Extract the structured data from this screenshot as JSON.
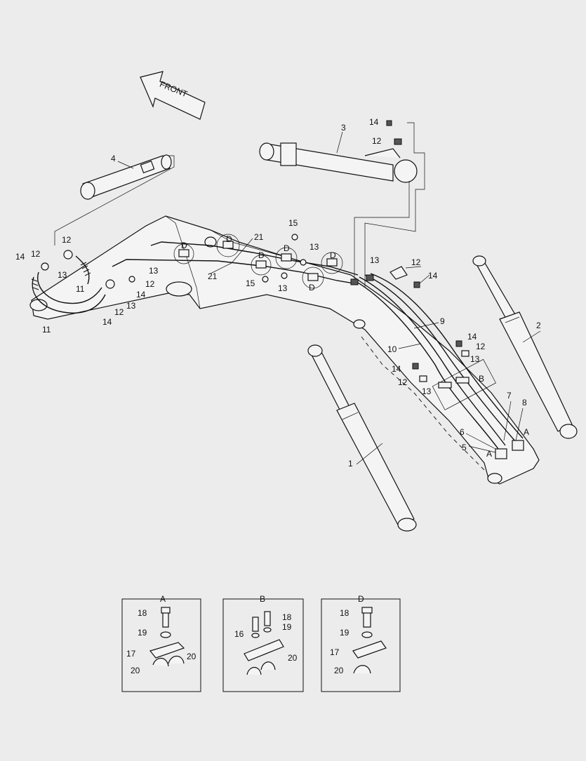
{
  "arrow_label": "FRONT",
  "callouts": [
    {
      "id": "c1",
      "text": "1"
    },
    {
      "id": "c2",
      "text": "2"
    },
    {
      "id": "c3",
      "text": "3"
    },
    {
      "id": "c4",
      "text": "4"
    },
    {
      "id": "c5",
      "text": "5"
    },
    {
      "id": "c6",
      "text": "6"
    },
    {
      "id": "c7",
      "text": "7"
    },
    {
      "id": "c8",
      "text": "8"
    },
    {
      "id": "c9",
      "text": "9"
    },
    {
      "id": "c10",
      "text": "10"
    },
    {
      "id": "c11a",
      "text": "11"
    },
    {
      "id": "c11b",
      "text": "11"
    },
    {
      "id": "c12a",
      "text": "12"
    },
    {
      "id": "c12b",
      "text": "12"
    },
    {
      "id": "c12c",
      "text": "12"
    },
    {
      "id": "c12d",
      "text": "12"
    },
    {
      "id": "c12e",
      "text": "12"
    },
    {
      "id": "c12f",
      "text": "12"
    },
    {
      "id": "c12g",
      "text": "12"
    },
    {
      "id": "c12h",
      "text": "12"
    },
    {
      "id": "c13a",
      "text": "13"
    },
    {
      "id": "c13b",
      "text": "13"
    },
    {
      "id": "c13c",
      "text": "13"
    },
    {
      "id": "c13d",
      "text": "13"
    },
    {
      "id": "c13e",
      "text": "13"
    },
    {
      "id": "c13f",
      "text": "13"
    },
    {
      "id": "c13g",
      "text": "13"
    },
    {
      "id": "c13h",
      "text": "13"
    },
    {
      "id": "c14a",
      "text": "14"
    },
    {
      "id": "c14b",
      "text": "14"
    },
    {
      "id": "c14c",
      "text": "14"
    },
    {
      "id": "c14d",
      "text": "14"
    },
    {
      "id": "c14e",
      "text": "14"
    },
    {
      "id": "c14f",
      "text": "14"
    },
    {
      "id": "c14g",
      "text": "14"
    },
    {
      "id": "c15a",
      "text": "15"
    },
    {
      "id": "c15b",
      "text": "15"
    },
    {
      "id": "c21a",
      "text": "21"
    },
    {
      "id": "c21b",
      "text": "21"
    },
    {
      "id": "cDa",
      "text": "D"
    },
    {
      "id": "cDb",
      "text": "D"
    },
    {
      "id": "cDc",
      "text": "D"
    },
    {
      "id": "cDd",
      "text": "D"
    },
    {
      "id": "cDe",
      "text": "D"
    },
    {
      "id": "cDf",
      "text": "D"
    },
    {
      "id": "cAa",
      "text": "A"
    },
    {
      "id": "cAb",
      "text": "A"
    },
    {
      "id": "cB",
      "text": "B"
    }
  ],
  "details": [
    {
      "title": "A",
      "labels": [
        "18",
        "19",
        "17",
        "20",
        "20"
      ]
    },
    {
      "title": "B",
      "labels": [
        "18",
        "19",
        "16",
        "20"
      ]
    },
    {
      "title": "D",
      "labels": [
        "18",
        "19",
        "17",
        "20"
      ]
    }
  ]
}
